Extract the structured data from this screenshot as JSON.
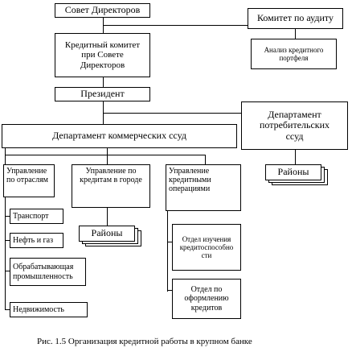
{
  "nodes": {
    "board": "Совет Директоров",
    "audit_committee": "Комитет по аудиту",
    "credit_committee": "Кредитный комитет\nпри Совете\nДиректоров",
    "portfolio_analysis": "Анализ кредитного\nпортфеля",
    "president": "Президент",
    "commercial_dept": "Департамент коммерческих ссуд",
    "consumer_dept": "Департамент\nпотребительских\nссуд",
    "industry_mgmt": "Управление\nпо отраслям",
    "city_credit_mgmt": "Управление по\nкредитам в городе",
    "credit_ops_mgmt": "Управление\nкредитными\nоперациями",
    "transport": "Транспорт",
    "oil_gas": "Нефть и газ",
    "manufacturing": "Обрабатывающая\nпромышленность",
    "real_estate": "Недвижимость",
    "regions_city": "Районы",
    "regions_consumer": "Районы",
    "creditworthiness_dept": "Отдел изучения\nкредитоспособно\nсти",
    "loan_processing_dept": "Отдел по\nоформлению\nкредитов"
  },
  "caption": "Рис. 1.5 Организация кредитной работы в крупном банке"
}
